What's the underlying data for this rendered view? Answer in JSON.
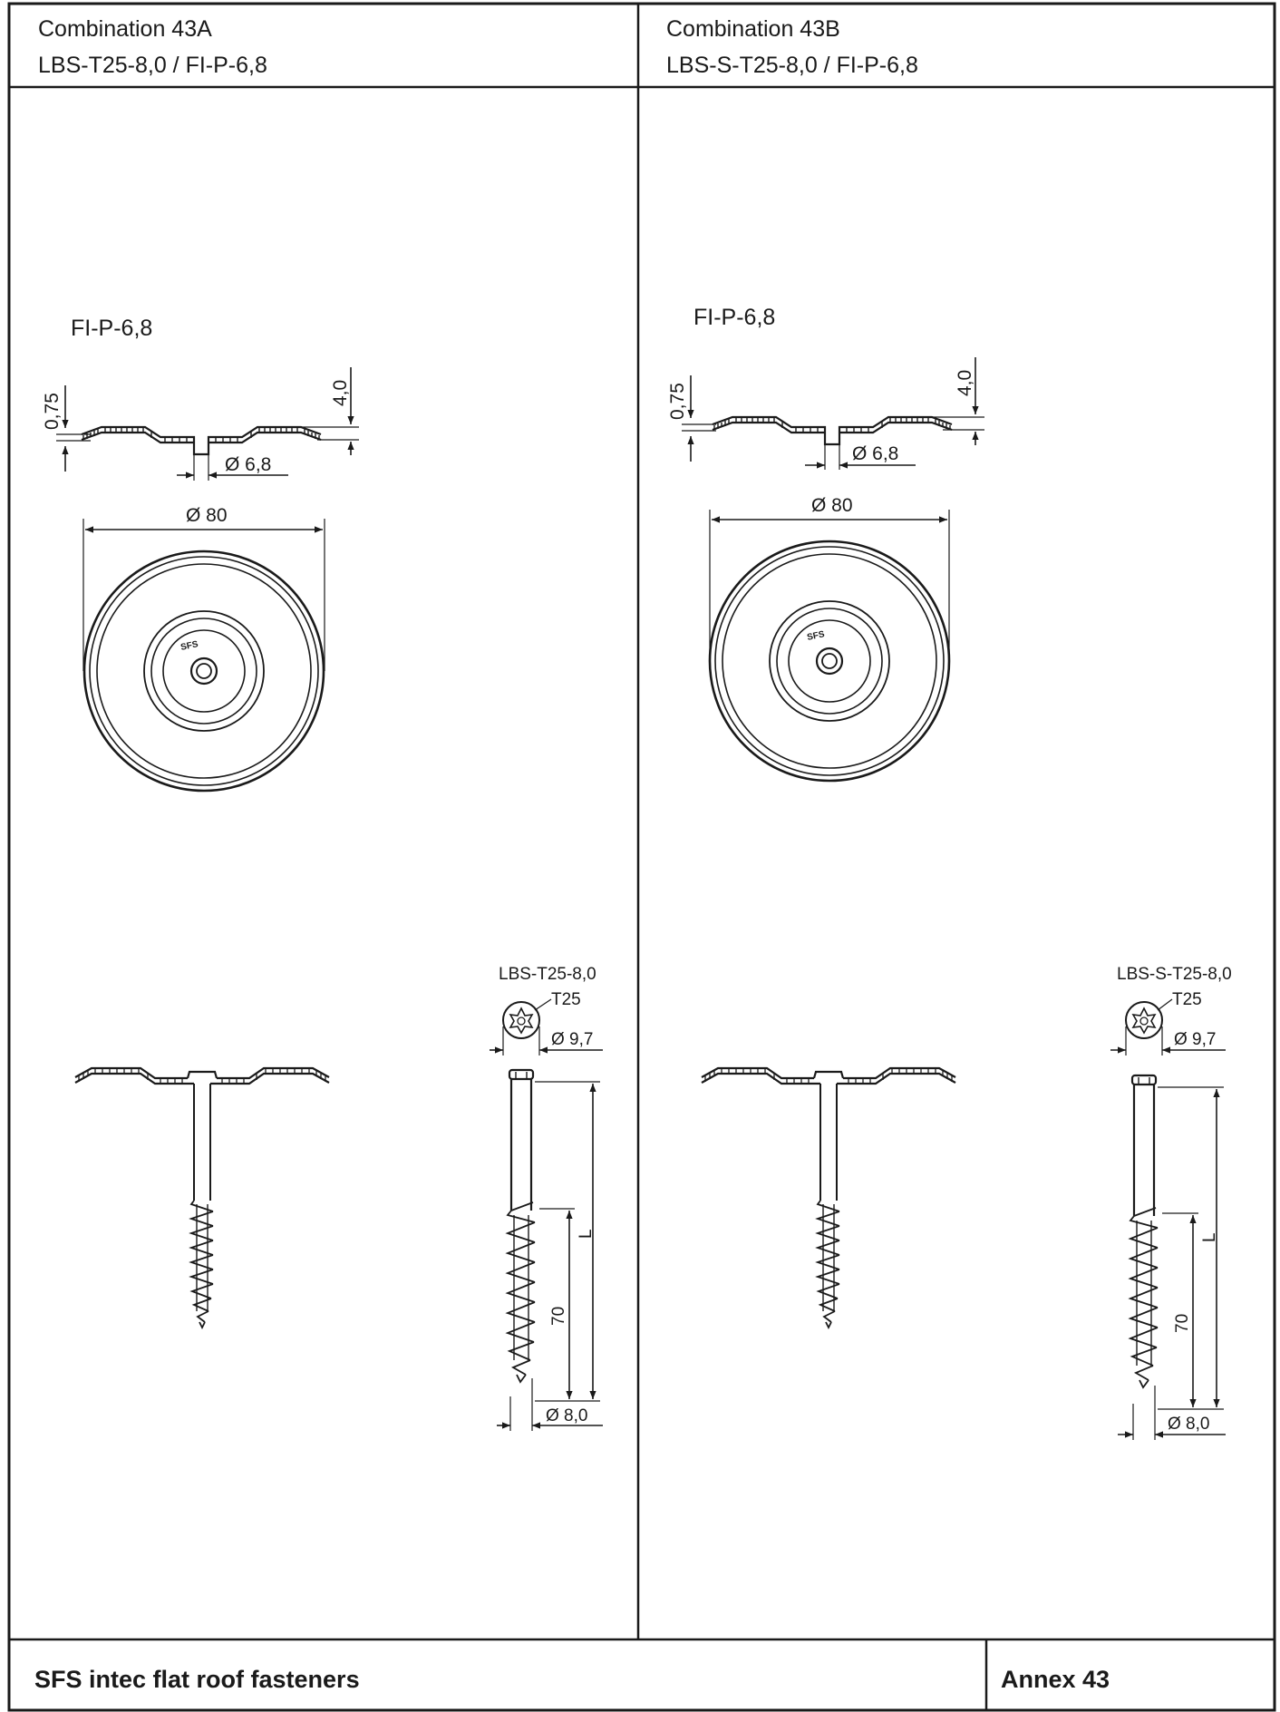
{
  "panels": [
    {
      "title": "Combination 43A",
      "subtitle": "LBS-T25-8,0 / FI-P-6,8",
      "plate_label": "FI-P-6,8",
      "plate_thickness": "0,75",
      "plate_height": "4,0",
      "hole_diameter": "Ø 6,8",
      "plate_diameter": "Ø 80",
      "screw_label": "LBS-T25-8,0",
      "drive": "T25",
      "head_diameter": "Ø 9,7",
      "length": "L",
      "thread_length": "70",
      "shank_diameter": "Ø 8,0",
      "logo": "SFS"
    },
    {
      "title": "Combination 43B",
      "subtitle": "LBS-S-T25-8,0 / FI-P-6,8",
      "plate_label": "FI-P-6,8",
      "plate_thickness": "0,75",
      "plate_height": "4,0",
      "hole_diameter": "Ø 6,8",
      "plate_diameter": "Ø 80",
      "screw_label": "LBS-S-T25-8,0",
      "drive": "T25",
      "head_diameter": "Ø 9,7",
      "length": "L",
      "thread_length": "70",
      "shank_diameter": "Ø 8,0",
      "logo": "SFS"
    }
  ],
  "footer": {
    "product": "SFS intec flat roof fasteners",
    "annex": "Annex 43"
  }
}
